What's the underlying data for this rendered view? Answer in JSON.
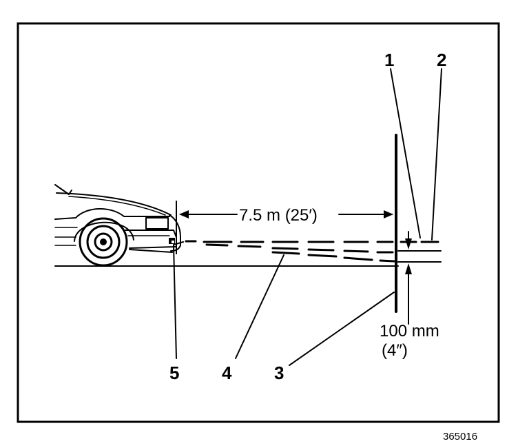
{
  "callouts": {
    "c1": "1",
    "c2": "2",
    "c3": "3",
    "c4": "4",
    "c5": "5"
  },
  "dimensions": {
    "distance": "7.5 m (25′)",
    "drop_metric": "100 mm",
    "drop_imperial": "(4″)"
  },
  "figure_code": "365016"
}
